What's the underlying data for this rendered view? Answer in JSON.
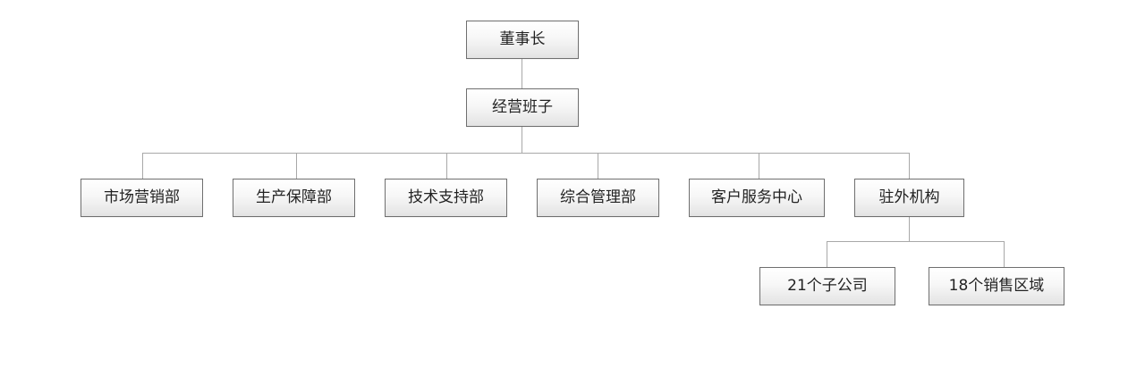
{
  "org_chart": {
    "root": {
      "label": "董事长"
    },
    "management": {
      "label": "经营班子"
    },
    "departments": [
      {
        "label": "市场营销部"
      },
      {
        "label": "生产保障部"
      },
      {
        "label": "技术支持部"
      },
      {
        "label": "综合管理部"
      },
      {
        "label": "客户服务中心"
      },
      {
        "label": "驻外机构"
      }
    ],
    "external_units": [
      {
        "label": "21个子公司"
      },
      {
        "label": "18个销售区域"
      }
    ],
    "colors": {
      "node_border": "#6f6f6f",
      "node_fill_top": "#ffffff",
      "node_fill_bottom": "#e3e3e3",
      "connector": "#a8a8a8",
      "text": "#222222"
    }
  }
}
